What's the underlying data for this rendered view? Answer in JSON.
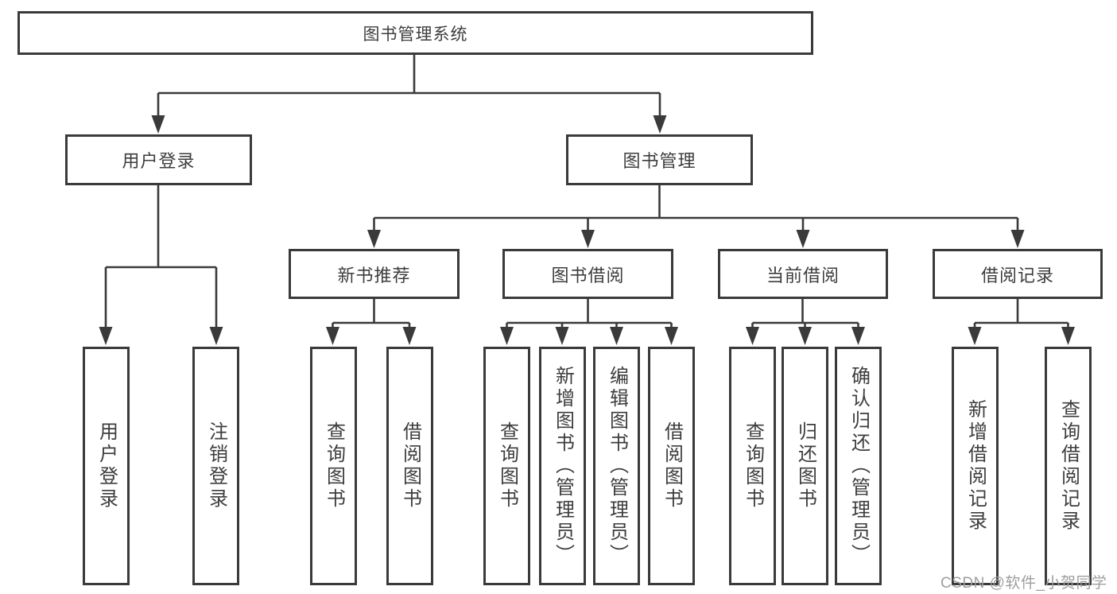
{
  "tree": {
    "root": {
      "label": "图书管理系统"
    },
    "level1": [
      {
        "label": "用户登录"
      },
      {
        "label": "图书管理"
      }
    ],
    "level2": [
      {
        "label": "新书推荐"
      },
      {
        "label": "图书借阅"
      },
      {
        "label": "当前借阅"
      },
      {
        "label": "借阅记录"
      }
    ],
    "leaves": [
      {
        "label": "用户登录"
      },
      {
        "label": "注销登录"
      },
      {
        "label": "查询图书"
      },
      {
        "label": "借阅图书"
      },
      {
        "label": "查询图书"
      },
      {
        "label": "新增图书（管理员）"
      },
      {
        "label": "编辑图书（管理员）"
      },
      {
        "label": "借阅图书"
      },
      {
        "label": "查询图书"
      },
      {
        "label": "归还图书"
      },
      {
        "label": "确认归还（管理员）"
      },
      {
        "label": "新增借阅记录"
      },
      {
        "label": "查询借阅记录"
      }
    ]
  },
  "watermark": {
    "text": "CSDN @软件_小贺同学"
  },
  "colors": {
    "line": "#3a3a3a",
    "text": "#3d3d3d",
    "box_background": "#ffffff",
    "page_background": "#ffffff",
    "watermark": "#9e9e9e"
  }
}
